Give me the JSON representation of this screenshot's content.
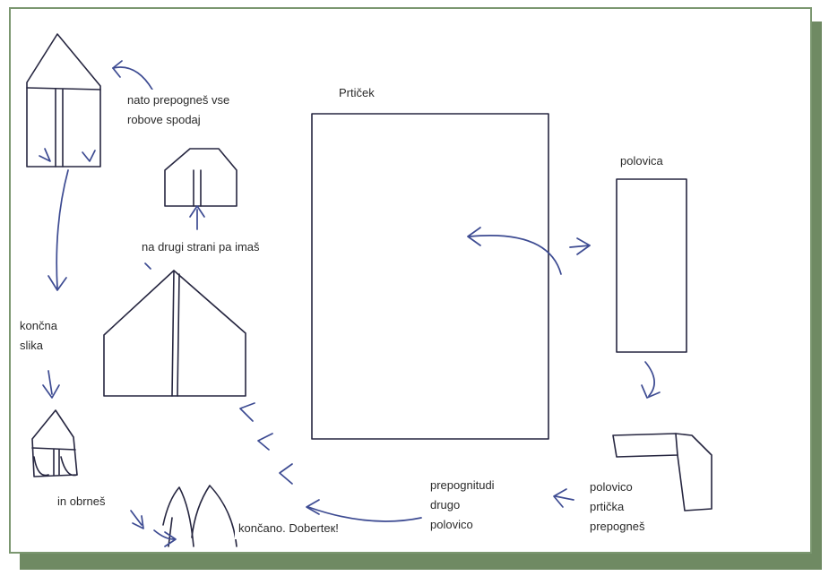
{
  "labels": {
    "prticek": "Prtiček",
    "polovica": "polovica",
    "fold_edges": "nato prepogneš vse\nrobove spodaj",
    "other_side": "na drugi strani pa imaš",
    "final": "končna\nslika",
    "turn_over": "in obrneš",
    "done": "končano. Doberteк!",
    "fold_other_half": "prepognitudi\ndrugo\npolovico",
    "fold_half": "polovico\nprtička\nprepogneš"
  },
  "colors": {
    "frame": "#7b9770",
    "shadow": "#6f8a63",
    "ink": "#262640",
    "arrow": "#3d4b92"
  }
}
